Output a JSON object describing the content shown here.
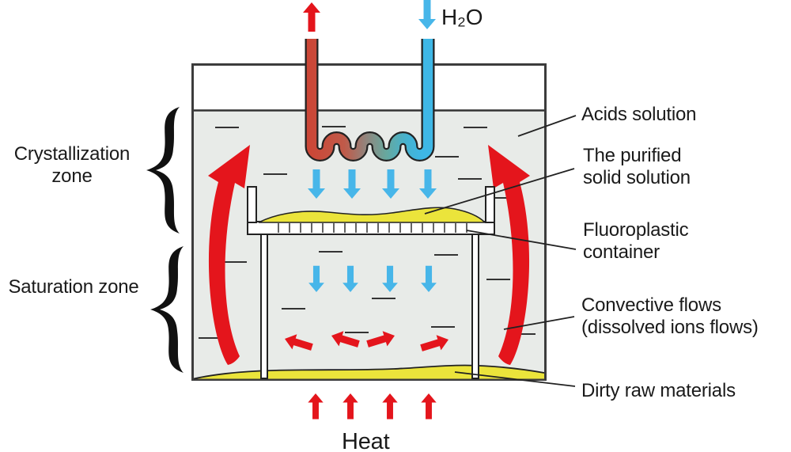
{
  "diagram": {
    "zones": {
      "crystallization": "Crystallization zone",
      "saturation": "Saturation zone"
    },
    "callouts": {
      "acids_solution": "Acids solution",
      "purified_solid_solution": "The purified solid solution",
      "fluoroplastic_container": "Fluoroplastic container",
      "convective_flows": "Convective flows (dissolved ions flows)",
      "dirty_raw_materials": "Dirty raw materials"
    },
    "annotations": {
      "heat": "Heat",
      "water_inlet": "H₂O"
    },
    "icons": {
      "zone_brace": "curly-brace",
      "hot_outflow": "red-up-arrow",
      "water_inflow": "blue-down-arrow",
      "cooling_flows": "blue-down-arrows",
      "convective_flow": "red-curved-arrow",
      "heat_input": "red-up-arrows"
    }
  },
  "colors": {
    "flow_red": "#e4151c",
    "water_blue": "#47b6e9",
    "material_yellow": "#ebe43b",
    "solution_fill": "#e8ebe8",
    "outline_dark": "#2b2b2b",
    "vessel_stroke": "#3c3c3c",
    "coil_hot": "#cb4737",
    "coil_cold": "#3eb7e6",
    "text_color": "#1a1a1a"
  }
}
